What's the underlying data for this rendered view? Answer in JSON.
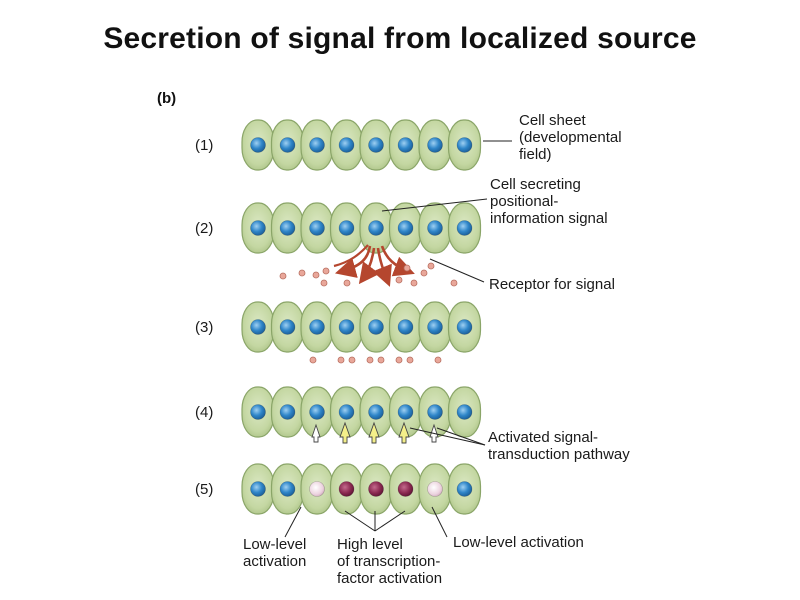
{
  "title": "Secretion of signal from localized source",
  "panel_label": "(b)",
  "rows": [
    {
      "number": "(1)",
      "nuclei": [
        "blue",
        "blue",
        "blue",
        "blue",
        "blue",
        "blue",
        "blue",
        "blue"
      ]
    },
    {
      "number": "(2)",
      "nuclei": [
        "blue",
        "blue",
        "blue",
        "blue",
        "blue",
        "blue",
        "blue",
        "blue"
      ]
    },
    {
      "number": "(3)",
      "nuclei": [
        "blue",
        "blue",
        "blue",
        "blue",
        "blue",
        "blue",
        "blue",
        "blue"
      ]
    },
    {
      "number": "(4)",
      "nuclei": [
        "blue",
        "blue",
        "blue",
        "blue",
        "blue",
        "blue",
        "blue",
        "blue"
      ]
    },
    {
      "number": "(5)",
      "nuclei": [
        "blue",
        "blue",
        "pale",
        "maroon",
        "maroon",
        "maroon",
        "pale",
        "blue"
      ]
    }
  ],
  "labels": {
    "cell_sheet": [
      "Cell sheet",
      "(developmental",
      "field)"
    ],
    "cell_secreting": [
      "Cell secreting",
      "positional-",
      "information signal"
    ],
    "receptor": "Receptor for signal",
    "activated": [
      "Activated signal-",
      "transduction pathway"
    ],
    "low_left": [
      "Low-level",
      "activation"
    ],
    "high": [
      "High level",
      "of transcription-",
      "factor activation"
    ],
    "low_right": "Low-level activation"
  },
  "colors": {
    "cell_fill": "#c4d7a2",
    "cell_stroke": "#8aa568",
    "nucleus_blue": "#2f86c9",
    "nucleus_maroon": "#8c2a52",
    "nucleus_pale": "#ecd3df",
    "signal_dot": "#e9a79a",
    "signal_arrow": "#b5462e",
    "pathway_arrow": "#f4ef8a"
  }
}
